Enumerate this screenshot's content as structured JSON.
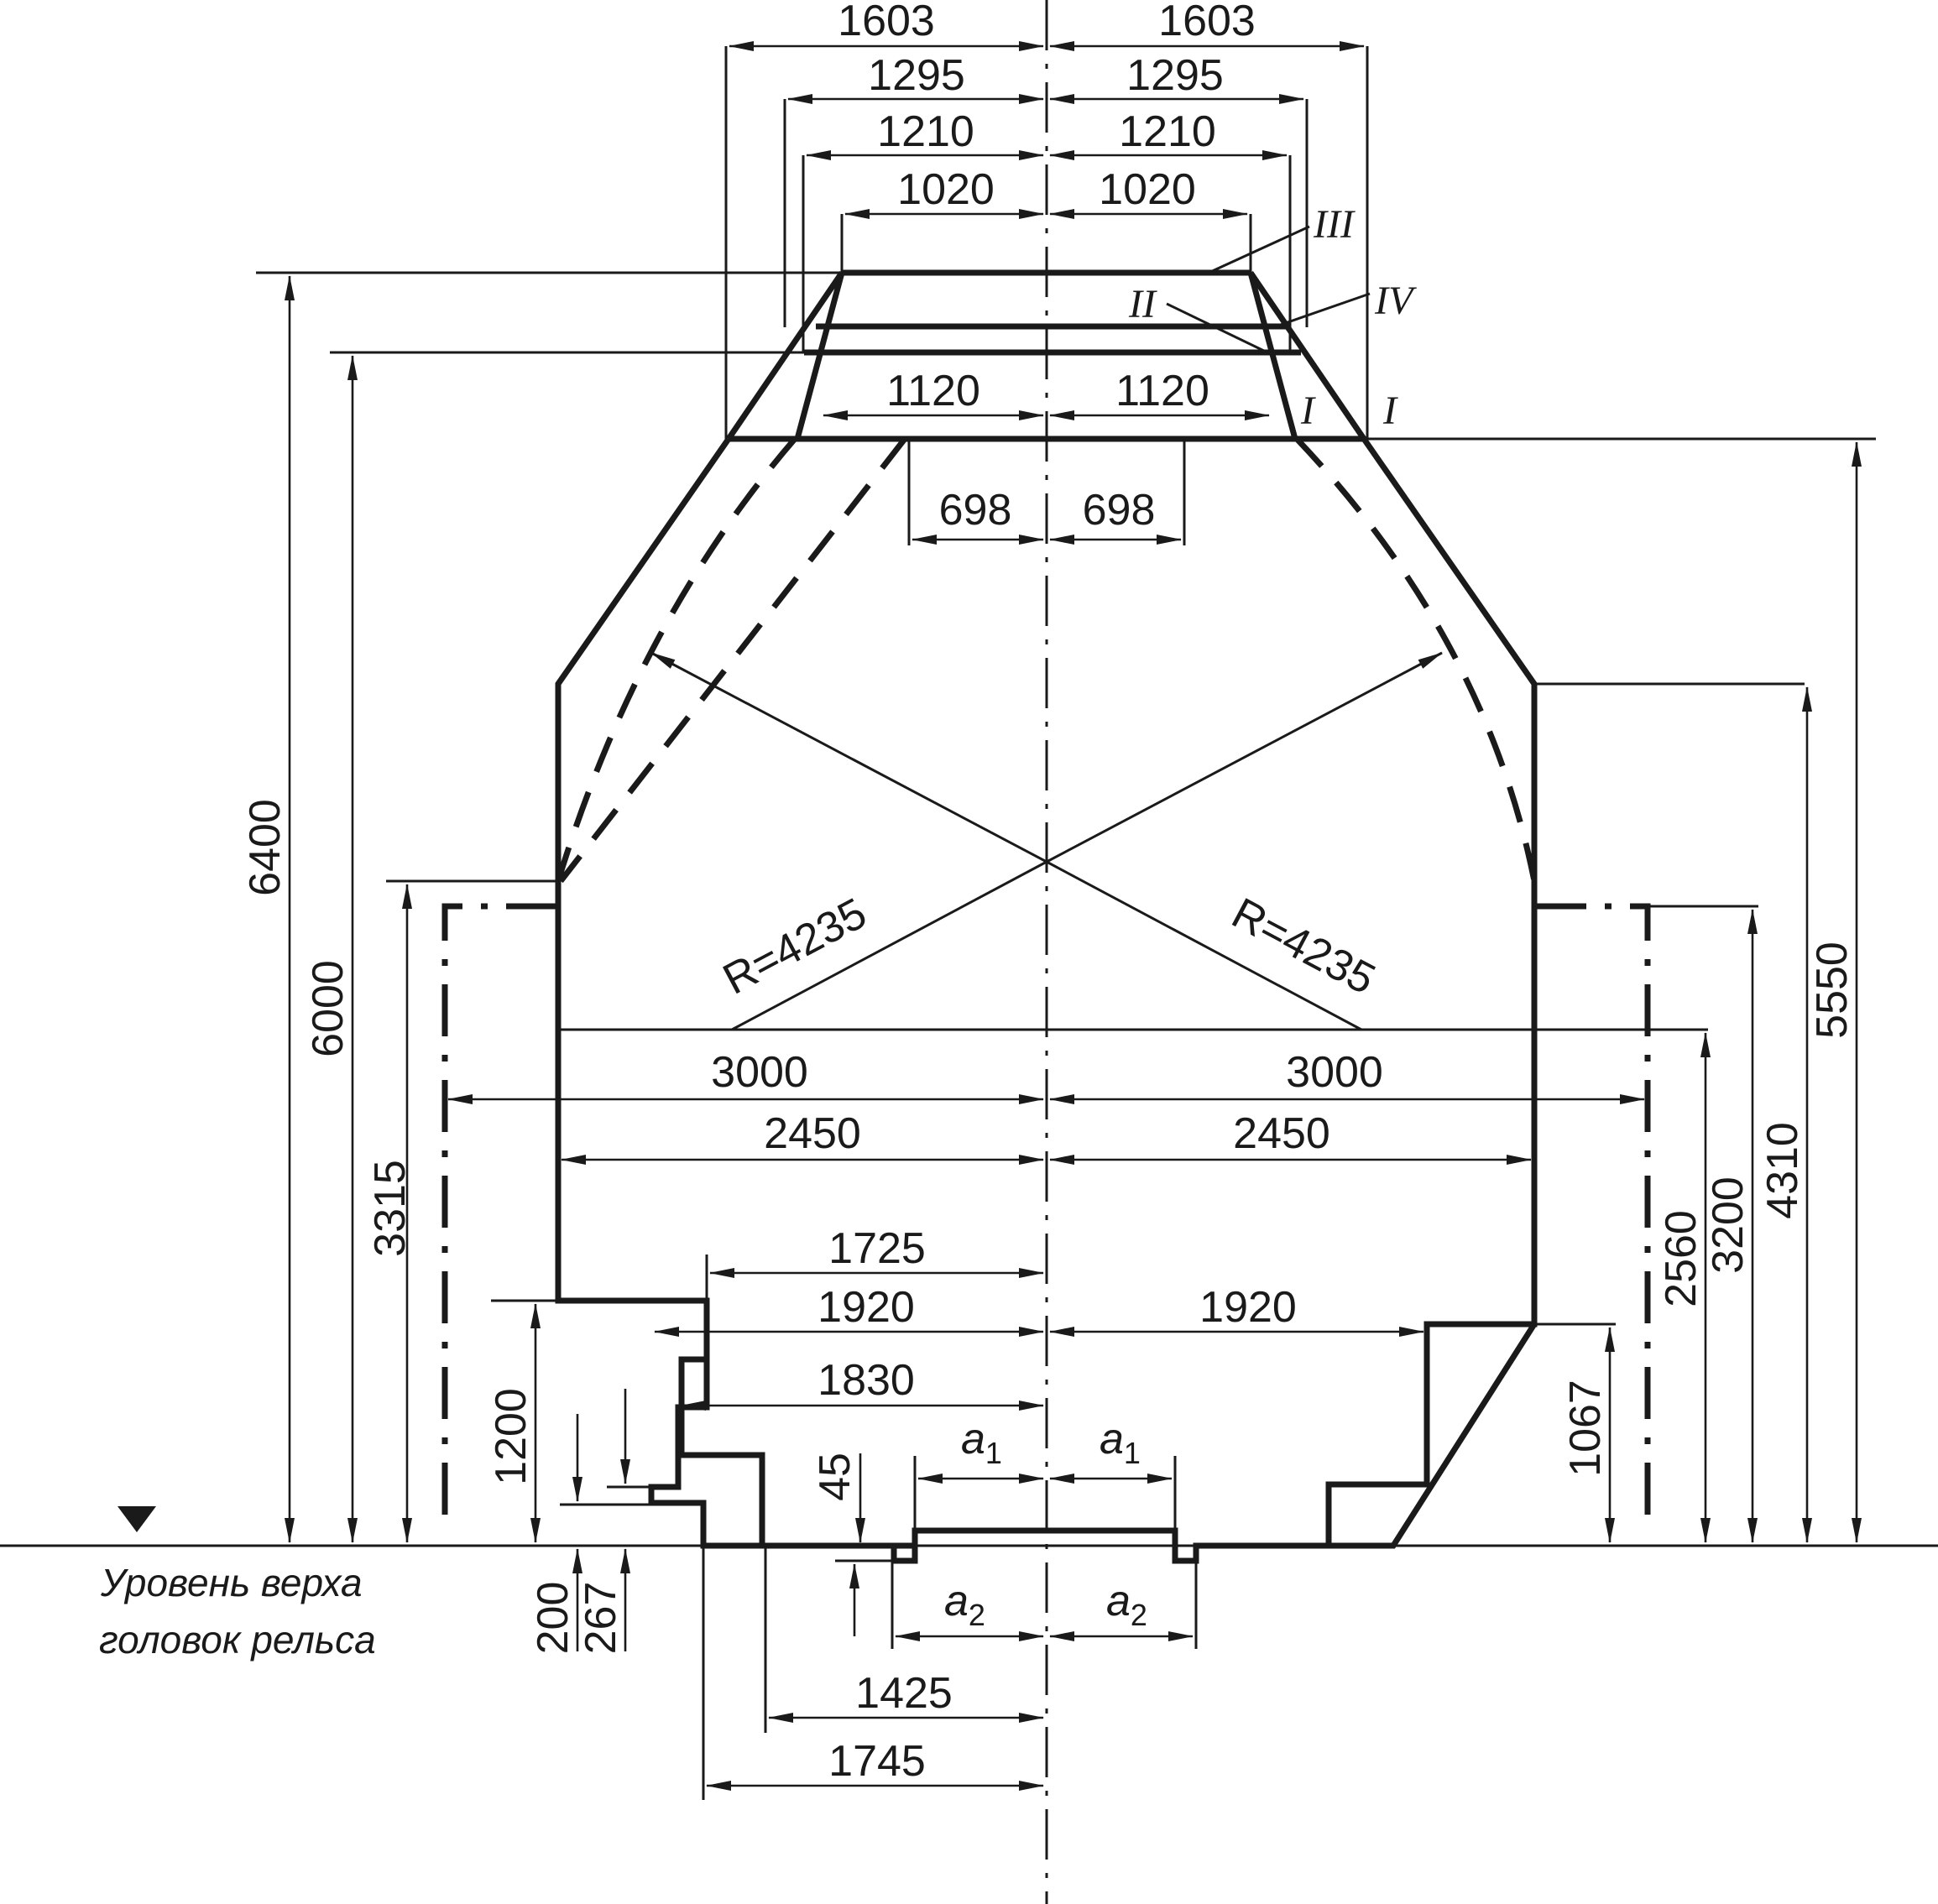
{
  "diagram": {
    "horizontal_dims": {
      "w1603": "1603",
      "w1295": "1295",
      "w1210": "1210",
      "w1020": "1020",
      "w1120": "1120",
      "w698": "698",
      "w3000": "3000",
      "w2450": "2450",
      "w1725": "1725",
      "w1920": "1920",
      "w1830": "1830",
      "w1425": "1425",
      "w1745": "1745"
    },
    "vertical_dims": {
      "h6400": "6400",
      "h6000": "6000",
      "h3315": "3315",
      "h1200": "1200",
      "h200": "200",
      "h267": "267",
      "h45": "45",
      "h5550": "5550",
      "h4310": "4310",
      "h3200": "3200",
      "h2560": "2560",
      "h1067": "1067"
    },
    "radius_label": "R=4235",
    "symbols": {
      "a": "a",
      "sub1": "1",
      "sub2": "2"
    },
    "contour_labels": {
      "I": "I",
      "II": "II",
      "III": "III",
      "IV": "IV"
    },
    "rail_level_caption": {
      "line1": "Уровень верха",
      "line2": "головок рельса"
    },
    "rail_level_marker": "filled-triangle-down"
  }
}
